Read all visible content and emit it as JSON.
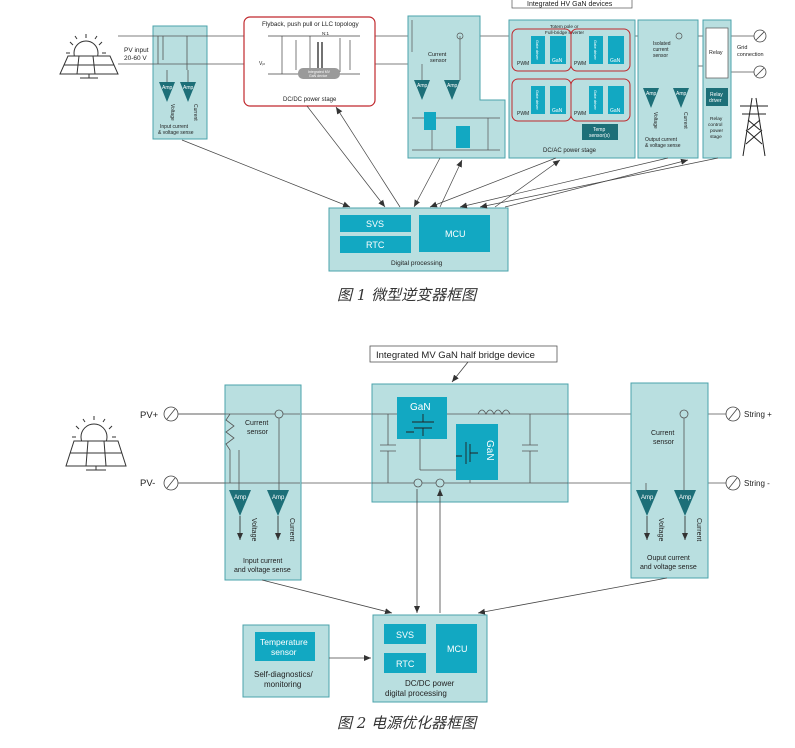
{
  "fig1": {
    "integrated_hv": "Integrated HV GaN devices",
    "pv_input": [
      "PV input",
      "20-60 V"
    ],
    "input_sense": [
      "Input current",
      "& voltage sense"
    ],
    "amp": "Amp",
    "voltage": "Voltage",
    "current": "Current",
    "topology": "Flyback, push pull or LLC topology",
    "dcdc_stage": "DC/DC power stage",
    "integrated_mv_small": [
      "Integrated MV",
      "GaN device"
    ],
    "vin": "Vᵢₙ",
    "ratio": "N:1",
    "current_sensor": [
      "Current",
      "sensor"
    ],
    "totem": [
      "Totem pole or",
      "Full-bridge inverter"
    ],
    "pwm": "PWM",
    "gate_driver": [
      "Gate",
      "driver"
    ],
    "gan": "GaN",
    "temp_sensor": [
      "Temp",
      "sensor(s)"
    ],
    "dcac_stage": "DC/AC power stage",
    "isolated": [
      "Isolated",
      "current",
      "sensor"
    ],
    "output_sense": [
      "Output current",
      "& voltage sense"
    ],
    "relay": "Relay",
    "relay_driver": [
      "Relay",
      "driver"
    ],
    "relay_stage": [
      "Relay",
      "control",
      "power",
      "stage"
    ],
    "grid": [
      "Grid",
      "connection"
    ],
    "svs": "SVS",
    "rtc": "RTC",
    "mcu": "MCU",
    "digital": "Digital processing",
    "caption": "图 1 微型逆变器框图"
  },
  "fig2": {
    "integrated_mv": "Integrated MV GaN half bridge device",
    "pv_plus": "PV+",
    "pv_minus": "PV-",
    "current_sensor": [
      "Current",
      "sensor"
    ],
    "amp": "Amp",
    "voltage": "Voltage",
    "current": "Current",
    "input_sense": [
      "Input current",
      "and voltage sense"
    ],
    "gan": "GaN",
    "output_sense": [
      "Ouput current",
      "and voltage sense"
    ],
    "string_plus": "String +",
    "string_minus": "String -",
    "temp_sensor": [
      "Temperature",
      "sensor"
    ],
    "self_diag": [
      "Self-diagnostics/",
      "monitoring"
    ],
    "svs": "SVS",
    "rtc": "RTC",
    "mcu": "MCU",
    "dcdc_digital": [
      "DC/DC power",
      "digital processing"
    ],
    "caption": "图 2 电源优化器框图"
  },
  "colors": {
    "panel_fill": "#b9dfe0",
    "panel_stroke": "#4ba3ab",
    "dark_teal": "#1d6f78",
    "bright_teal": "#12a8c2",
    "red": "#c0282d"
  }
}
